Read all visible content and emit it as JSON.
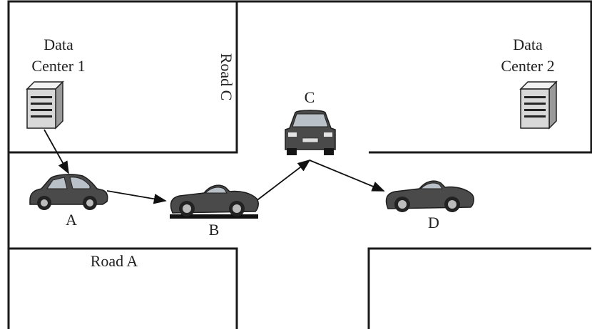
{
  "labels": {
    "data_center_1": [
      "Data",
      "Center 1"
    ],
    "data_center_2": [
      "Data",
      "Center 2"
    ],
    "road_a": "Road A",
    "road_c": "Road C",
    "car_a": "A",
    "car_b": "B",
    "car_c": "C",
    "car_d": "D"
  },
  "icons": {
    "server": "server-icon",
    "car": "car-icon"
  },
  "colors": {
    "block_border": "#1a1a1a",
    "car_body": "#4a4a4a",
    "server_body": "#d8d8d8"
  }
}
